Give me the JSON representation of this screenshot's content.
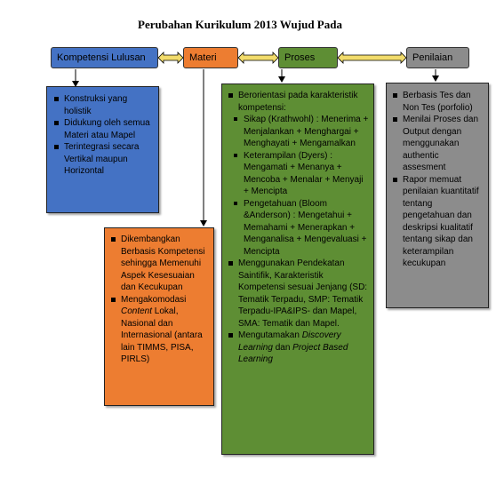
{
  "title": "Perubahan Kurikulum 2013 Wujud Pada",
  "colors": {
    "blue": "#4472c4",
    "orange": "#ed7d31",
    "green": "#5e8e34",
    "gray": "#7f7f7f",
    "arrow_fill": "#f2dc6b"
  },
  "headers": {
    "kompetensi": "Kompetensi Lulusan",
    "materi": "Materi",
    "proses": "Proses",
    "penilaian": "Penilaian"
  },
  "kompetensi": {
    "items": [
      "Konstruksi yang holistik",
      "Didukung oleh semua Materi atau Mapel",
      "Terintegrasi secara Vertikal maupun Horizontal"
    ]
  },
  "materi": {
    "item1": "Dikembangkan Berbasis Kompetensi sehingga Memenuhi Aspek Kesesuaian dan Kecukupan",
    "item2_pre": "Mengakomodasi ",
    "item2_em": "Content",
    "item2_post": " Lokal, Nasional dan Internasional (antara lain TIMMS, PISA, PIRLS)"
  },
  "proses": {
    "item1": "Berorientasi pada karakteristik kompetensi:",
    "sub1": "Sikap (Krathwohl) : Menerima + Menjalankan + Menghargai + Menghayati + Mengamalkan",
    "sub2": "Keterampilan (Dyers) : Mengamati + Menanya + Mencoba + Menalar + Menyaji + Mencipta",
    "sub3": "Pengetahuan (Bloom &Anderson) : Mengetahui + Memahami + Menerapkan + Menganalisa + Mengevaluasi + Mencipta",
    "item2": "Menggunakan Pendekatan Saintifik, Karakteristik Kompetensi sesuai Jenjang (SD: Tematik Terpadu, SMP: Tematik Terpadu-IPA&IPS- dan Mapel, SMA: Tematik dan Mapel.",
    "item3_pre": "Mengutamakan ",
    "item3_em1": "Discovery Learning",
    "item3_mid": " dan ",
    "item3_em2": "Project Based Learning"
  },
  "penilaian": {
    "items": [
      "Berbasis Tes dan Non Tes (porfolio)",
      "Menilai Proses dan Output dengan menggunakan authentic assesment",
      "Rapor memuat penilaian kuantitatif tentang pengetahuan dan deskripsi kualitatif tentang sikap dan keterampilan kecukupan"
    ]
  }
}
